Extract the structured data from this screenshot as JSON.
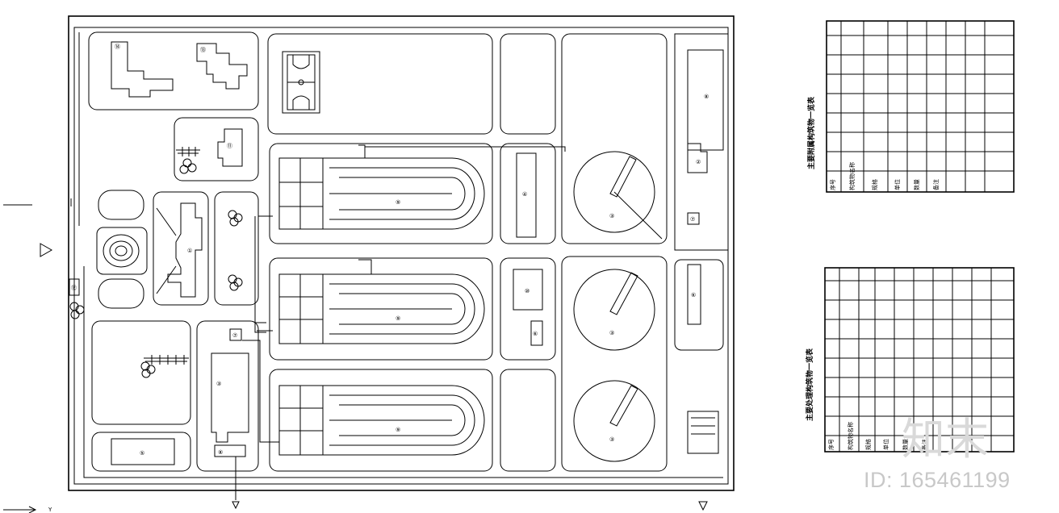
{
  "plan": {
    "markers": [
      "①",
      "②",
      "③",
      "④",
      "⑤",
      "⑥",
      "⑦",
      "⑧",
      "⑨",
      "⑩",
      "⑪",
      "⑫",
      "⑬",
      "⑭"
    ],
    "axis_label": "Y"
  },
  "table_top": {
    "title": "主要附属构筑物一览表",
    "headers": [
      "序号",
      "构筑物名称",
      "规格",
      "单位",
      "数量",
      "备注"
    ]
  },
  "table_bottom": {
    "title": "主要处理构筑物一览表",
    "headers": [
      "序号",
      "构筑物名称",
      "规格",
      "单位",
      "数量",
      "备注"
    ]
  },
  "watermark": {
    "logo": "知末",
    "id": "ID: 165461199"
  }
}
